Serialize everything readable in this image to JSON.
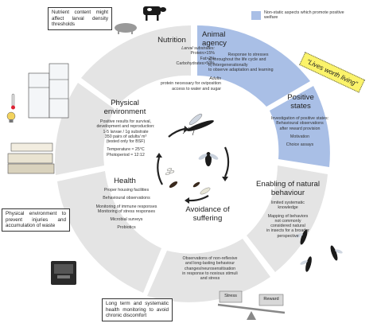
{
  "legend": {
    "text": "Non-static aspects which promote positive welfare",
    "color": "#a9bfe6"
  },
  "callout": "“Lives worth living”",
  "notes": {
    "nutrient": "Nutrient content might affect larval density thresholds",
    "physical": "Physical environment to prevent injuries and accumulation of waste",
    "health": "Long term and systematic health monitoring to avoid chronic discomfort"
  },
  "segments": {
    "nutrition": {
      "title": "Nutrition",
      "substrates_label": "Larval substrates:",
      "protein": "Protein>15%",
      "fat": "Fat>2%",
      "carbohydrates": "Carbohydrates>50%",
      "adults_label": "Adults",
      "adults_line1": "protein necessary for oviposition",
      "adults_line2": "access to water and sugar"
    },
    "agency": {
      "title_line1": "Animal",
      "title_line2": "agency",
      "intro": "Response to stresses",
      "a": "a)   throughout the life cycle and",
      "b": "b)   intergenerationally",
      "c": "to observe adaptation and learning"
    },
    "positive": {
      "title_line1": "Positive",
      "title_line2": "states",
      "line1": "Investigation of positive states:",
      "line2": "Behavioural observations",
      "line3": "after reward provision",
      "line4": "Motivation",
      "line5": "Choice assays"
    },
    "natural": {
      "title_line1": "Enabling of",
      "title_line2": "natural behaviour",
      "line1": "limited systematic",
      "line2": "knowledge",
      "line3": "Mapping of behaviors",
      "line4": "not commonly",
      "line5": "considered natural",
      "line6": "in insects for a broader",
      "line7": "perspective"
    },
    "suffering": {
      "title_line1": "Avoidance",
      "title_line2": "of suffering",
      "line1": "Observations of non-reflexive",
      "line2": "and long-lasting behaviour",
      "line3": "changes/neurosensitisation",
      "line4": "in response to noxious stimuli",
      "line5": "and stress"
    },
    "health": {
      "title": "Health",
      "line1": "Proper housing facilities",
      "line2": "Behavioural observations",
      "line3": "Monitoring of immune responses",
      "line4": "Monitoring of stress responses",
      "line5": "Microbial surveys",
      "line6": "Probiotics"
    },
    "physical": {
      "title_line1": "Physical",
      "title_line2": "environment",
      "line1": "Positive results for survival,",
      "line2": "development and reproduction:",
      "line3": "1-5 larvae / 1g substrate",
      "line4": "350 pairs of adults/ m³",
      "line5": "(tested only for BSF)",
      "line6": "Temperature ≈ 25°C",
      "line7": "Photoperiod ≈ 12:12"
    }
  },
  "scale": {
    "left": "Stress",
    "right": "Reward"
  },
  "colors": {
    "grey_segment": "#e4e4e4",
    "blue_segment": "#a9bfe6",
    "callout": "#fbf36a"
  }
}
